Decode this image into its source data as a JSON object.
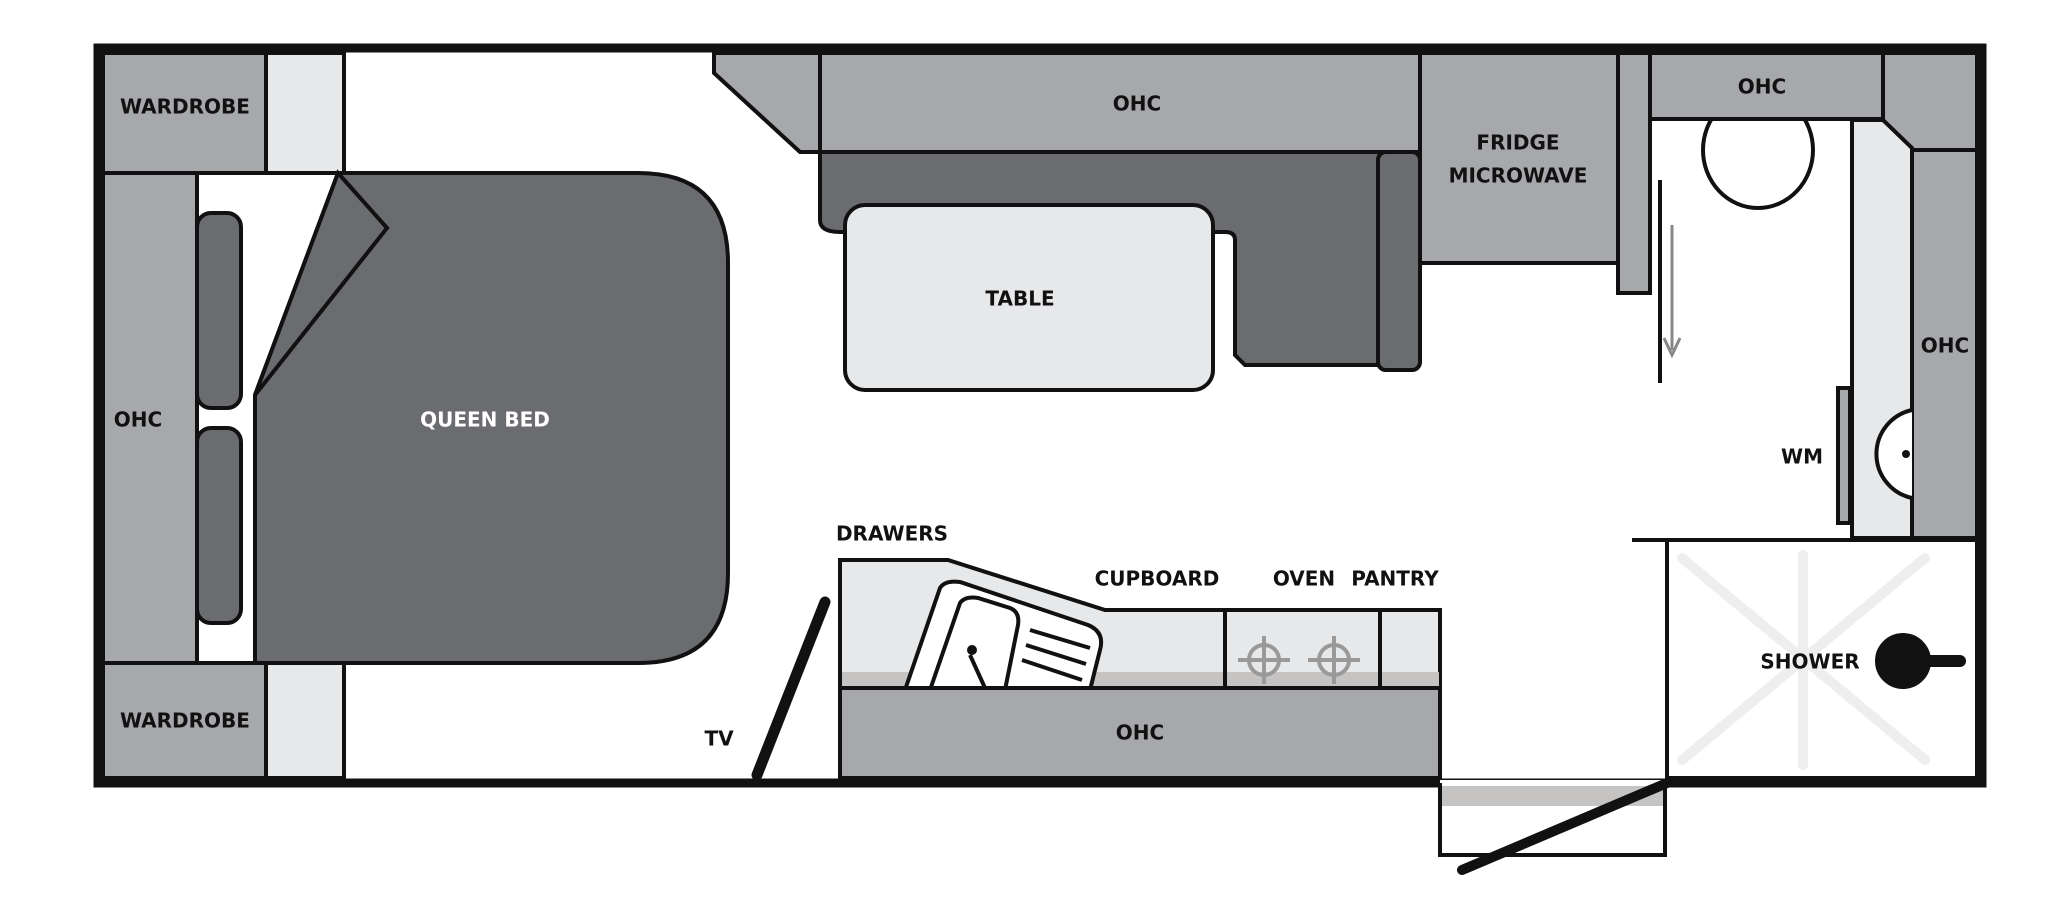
{
  "colors": {
    "outline": "#111111",
    "cabinet": "#a7a8ab",
    "dark_fill": "#6b6c70",
    "light_fill": "#e7e8ea",
    "shadow": "#c6c3c3",
    "floor": "#ffffff"
  },
  "labels": {
    "wardrobe_top": "WARDROBE",
    "wardrobe_bottom": "WARDROBE",
    "ohc_left": "OHC",
    "queen_bed": "QUEEN BED",
    "ohc_top": "OHC",
    "table": "TABLE",
    "fridge_line1": "FRIDGE",
    "fridge_line2": "MICROWAVE",
    "ohc_bathroom_top": "OHC",
    "ohc_right": "OHC",
    "wm": "WM",
    "shower": "SHOWER",
    "drawers": "DRAWERS",
    "cupboard": "CUPBOARD",
    "oven": "OVEN",
    "pantry": "PANTRY",
    "ohc_bottom": "OHC",
    "tv": "TV"
  },
  "icons": [
    "sink-icon",
    "cooktop-burner-icon",
    "toilet-icon",
    "shower-head-icon",
    "door-swing-icon"
  ]
}
